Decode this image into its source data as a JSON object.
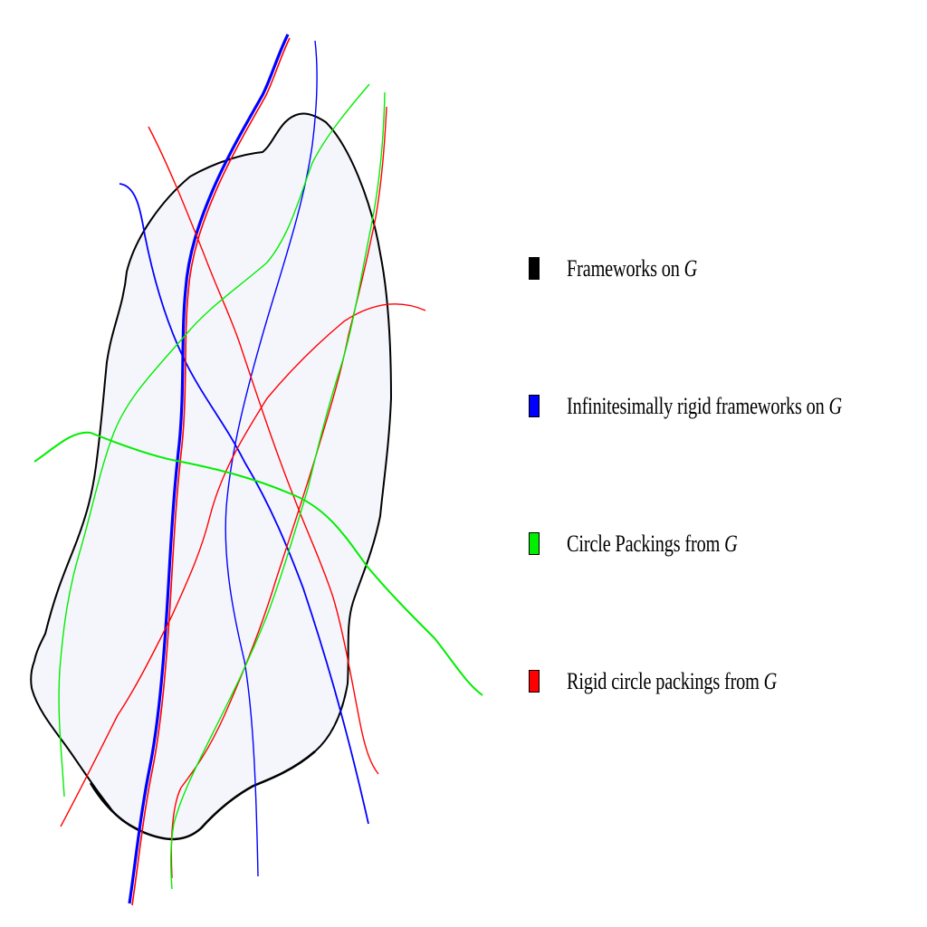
{
  "legend": {
    "items": [
      {
        "label": "Frameworks on ",
        "var": "G",
        "color": "#000000"
      },
      {
        "label": "Infinitesimally rigid frameworks on ",
        "var": "G",
        "color": "#0000ff"
      },
      {
        "label": "Circle Packings from ",
        "var": "G",
        "color": "#00ee00"
      },
      {
        "label": "Rigid circle packings from ",
        "var": "G",
        "color": "#ff0000"
      }
    ]
  },
  "colors": {
    "region_fill": "#f5f6fc",
    "frameworks": "#000000",
    "infinitesimally_rigid": "#0000ff",
    "circle_packings": "#00ee00",
    "rigid_packings": "#ff0000"
  }
}
